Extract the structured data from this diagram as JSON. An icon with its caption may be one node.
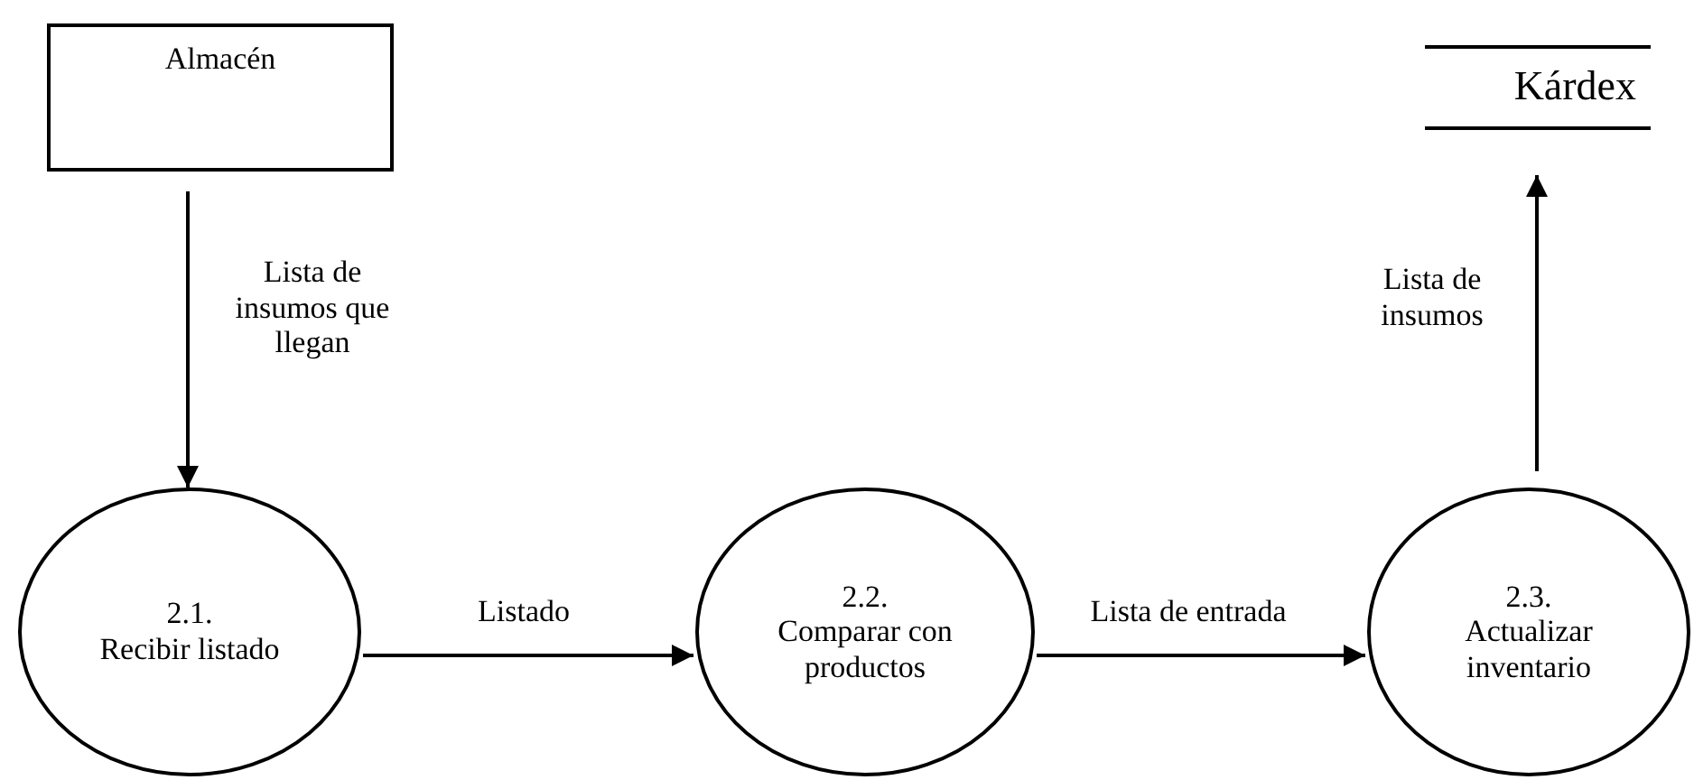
{
  "diagram": {
    "nodes": [
      {
        "text": [
          "Almacén"
        ]
      },
      {
        "text": [
          "2.1.",
          "Recibir listado"
        ]
      },
      {
        "text": [
          "2.2.",
          "Comparar con productos"
        ]
      },
      {
        "text": [
          "2.3.",
          "Actualizar inventario"
        ]
      },
      {
        "text": [
          "Kárdex"
        ]
      }
    ],
    "edges": [
      {
        "from": 0,
        "to": 1,
        "arrow": "to",
        "label": "Lista de insumos que llegan"
      },
      {
        "from": 1,
        "to": 2,
        "arrow": "to",
        "label": "Listado"
      },
      {
        "from": 2,
        "to": 3,
        "arrow": "to",
        "label": "Lista de entrada"
      },
      {
        "from": 3,
        "to": 4,
        "arrow": "to",
        "label": "Lista de insumos"
      }
    ]
  }
}
